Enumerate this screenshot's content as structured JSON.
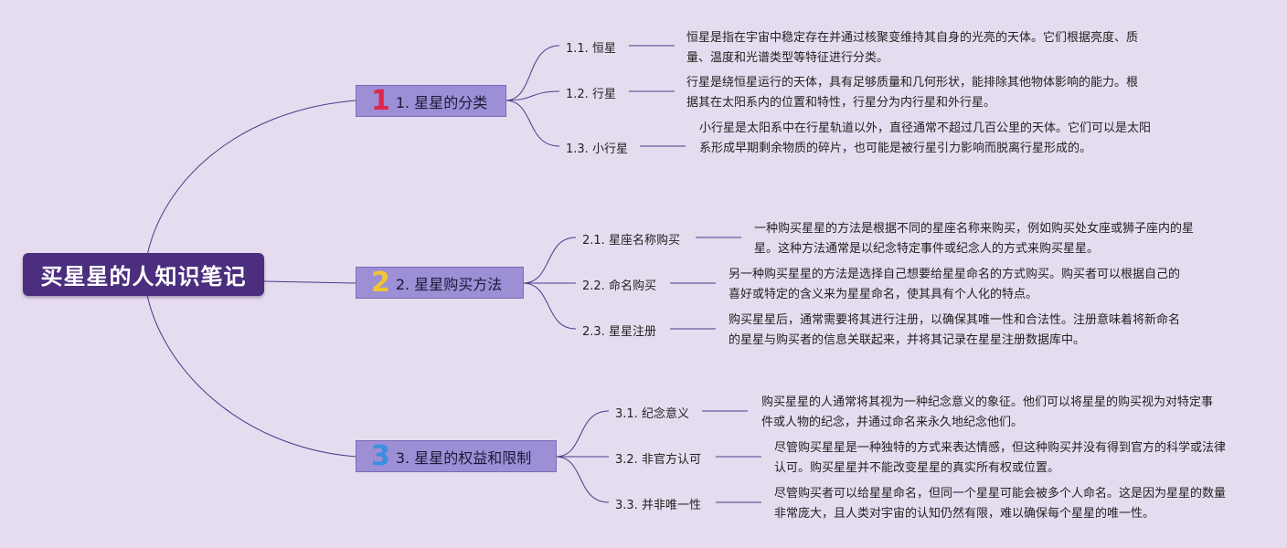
{
  "root": {
    "title": "买星星的人知识笔记"
  },
  "branches": [
    {
      "num": "1",
      "num_color": "#e0264a",
      "label": "1. 星星的分类",
      "topics": [
        {
          "label": "1.1. 恒星",
          "note": "恒星是指在宇宙中稳定存在并通过核聚变维持其自身的光亮的天体。它们根据亮度、质量、温度和光谱类型等特征进行分类。"
        },
        {
          "label": "1.2. 行星",
          "note": "行星是绕恒星运行的天体，具有足够质量和几何形状，能排除其他物体影响的能力。根据其在太阳系内的位置和特性，行星分为内行星和外行星。"
        },
        {
          "label": "1.3. 小行星",
          "note": "小行星是太阳系中在行星轨道以外，直径通常不超过几百公里的天体。它们可以是太阳系形成早期剩余物质的碎片，也可能是被行星引力影响而脱离行星形成的。"
        }
      ]
    },
    {
      "num": "2",
      "num_color": "#f0c531",
      "label": "2. 星星购买方法",
      "topics": [
        {
          "label": "2.1. 星座名称购买",
          "note": "一种购买星星的方法是根据不同的星座名称来购买，例如购买处女座或狮子座内的星星。这种方法通常是以纪念特定事件或纪念人的方式来购买星星。"
        },
        {
          "label": "2.2. 命名购买",
          "note": "另一种购买星星的方法是选择自己想要给星星命名的方式购买。购买者可以根据自己的喜好或特定的含义来为星星命名，使其具有个人化的特点。"
        },
        {
          "label": "2.3. 星星注册",
          "note": "购买星星后，通常需要将其进行注册，以确保其唯一性和合法性。注册意味着将新命名的星星与购买者的信息关联起来，并将其记录在星星注册数据库中。"
        }
      ]
    },
    {
      "num": "3",
      "num_color": "#3a8fe0",
      "label": "3. 星星的权益和限制",
      "topics": [
        {
          "label": "3.1. 纪念意义",
          "note": "购买星星的人通常将其视为一种纪念意义的象征。他们可以将星星的购买视为对特定事件或人物的纪念，并通过命名来永久地纪念他们。"
        },
        {
          "label": "3.2. 非官方认可",
          "note": "尽管购买星星是一种独特的方式来表达情感，但这种购买并没有得到官方的科学或法律认可。购买星星并不能改变星星的真实所有权或位置。"
        },
        {
          "label": "3.3. 并非唯一性",
          "note": "尽管购买者可以给星星命名，但同一个星星可能会被多个人命名。这是因为星星的数量非常庞大，且人类对宇宙的认知仍然有限，难以确保每个星星的唯一性。"
        }
      ]
    }
  ],
  "colors": {
    "background": "#e6dcef",
    "root": "#4b2e7e",
    "branch": "#9d8fd6",
    "line": "#4a3a8a"
  }
}
